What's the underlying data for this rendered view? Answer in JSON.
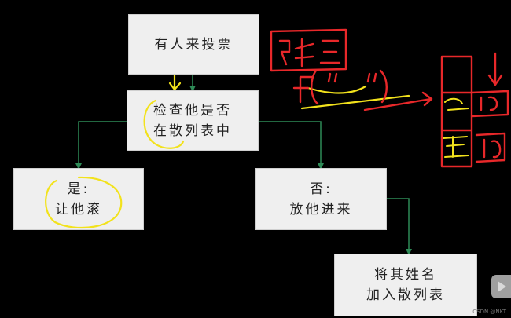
{
  "diagram": {
    "nodes": {
      "vote": [
        "有人来投票"
      ],
      "check": [
        "检查他是否",
        "在散列表中"
      ],
      "yes": [
        "是:",
        "让他滚"
      ],
      "no": [
        "否:",
        "放他进来"
      ],
      "add": [
        "将其姓名",
        "加入散列表"
      ]
    },
    "connector_color": "#2e8b57"
  },
  "annotations": {
    "pen_red": "#e8282a",
    "pen_yellow": "#f2e21c"
  },
  "watermark": "CSDN @NKT"
}
